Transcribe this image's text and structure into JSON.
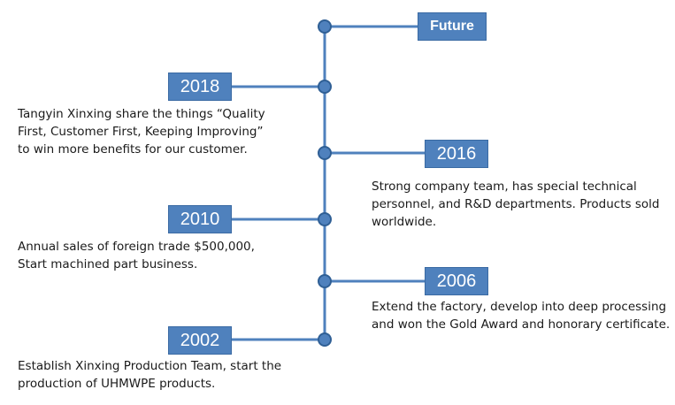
{
  "colors": {
    "accent": "#4f81bd",
    "line": "#4f81bd",
    "node_fill": "#4f81bd",
    "node_stroke": "#2f5f95",
    "text": "#1a1a1a"
  },
  "milestones": [
    {
      "key": "future",
      "label": "Future",
      "text": ""
    },
    {
      "key": "y2018",
      "label": "2018",
      "text": "Tangyin Xinxing  share the things “Quality\nFirst, Customer First,  Keeping Improving”\nto win more benefits for our customer."
    },
    {
      "key": "y2016",
      "label": "2016",
      "text": "Strong company team, has special technical\npersonnel, and R&D departments. Products sold\nworldwide."
    },
    {
      "key": "y2010",
      "label": "2010",
      "text": "Annual sales of foreign trade $500,000,\nStart machined part business."
    },
    {
      "key": "y2006",
      "label": "2006",
      "text": "Extend the factory, develop into deep processing\nand won the Gold Award and honorary certificate."
    },
    {
      "key": "y2002",
      "label": "2002",
      "text": "Establish Xinxing Production Team, start the\nproduction of UHMWPE products."
    }
  ]
}
